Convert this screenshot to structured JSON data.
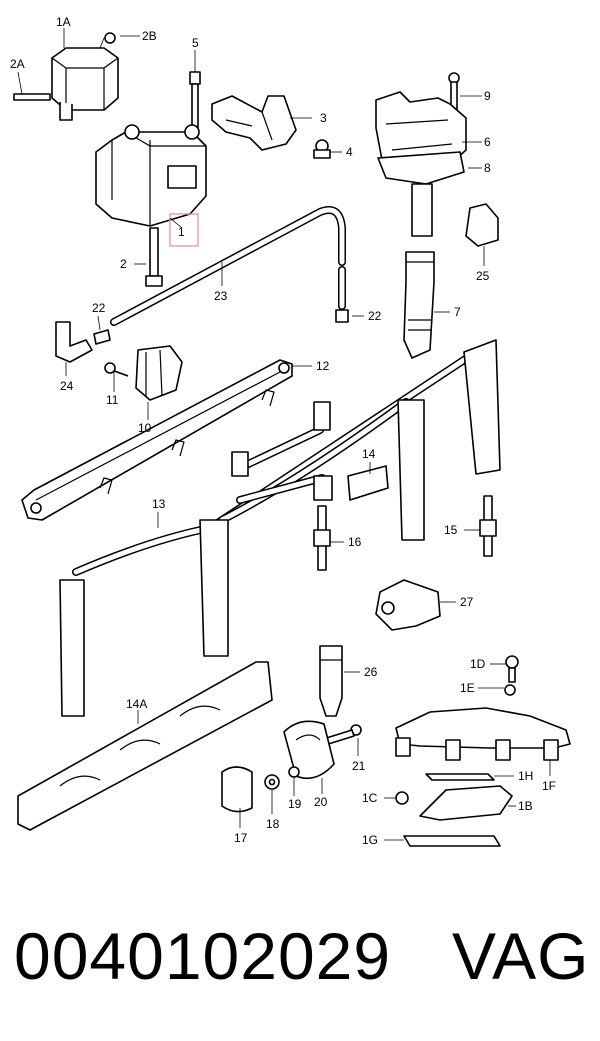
{
  "labels": {
    "l1A": "1A",
    "l2B": "2B",
    "l2A": "2A",
    "l5": "5",
    "l3": "3",
    "l4": "4",
    "l9": "9",
    "l6": "6",
    "l8": "8",
    "l1": "1",
    "l2": "2",
    "l23": "23",
    "l25": "25",
    "l22a": "22",
    "l22b": "22",
    "l7": "7",
    "l24": "24",
    "l12": "12",
    "l11": "11",
    "l10": "10",
    "l14": "14",
    "l13": "13",
    "l16": "16",
    "l15": "15",
    "l27": "27",
    "l1D": "1D",
    "l26": "26",
    "l1E": "1E",
    "l14A": "14A",
    "l21": "21",
    "l1F": "1F",
    "l1H": "1H",
    "l1C": "1C",
    "l1B": "1B",
    "l20": "20",
    "l19": "19",
    "l18": "18",
    "l17": "17",
    "l1G": "1G"
  },
  "highlight_color": "#e88a9a",
  "footer": {
    "part_number": "0040102029",
    "brand": "VAG"
  }
}
